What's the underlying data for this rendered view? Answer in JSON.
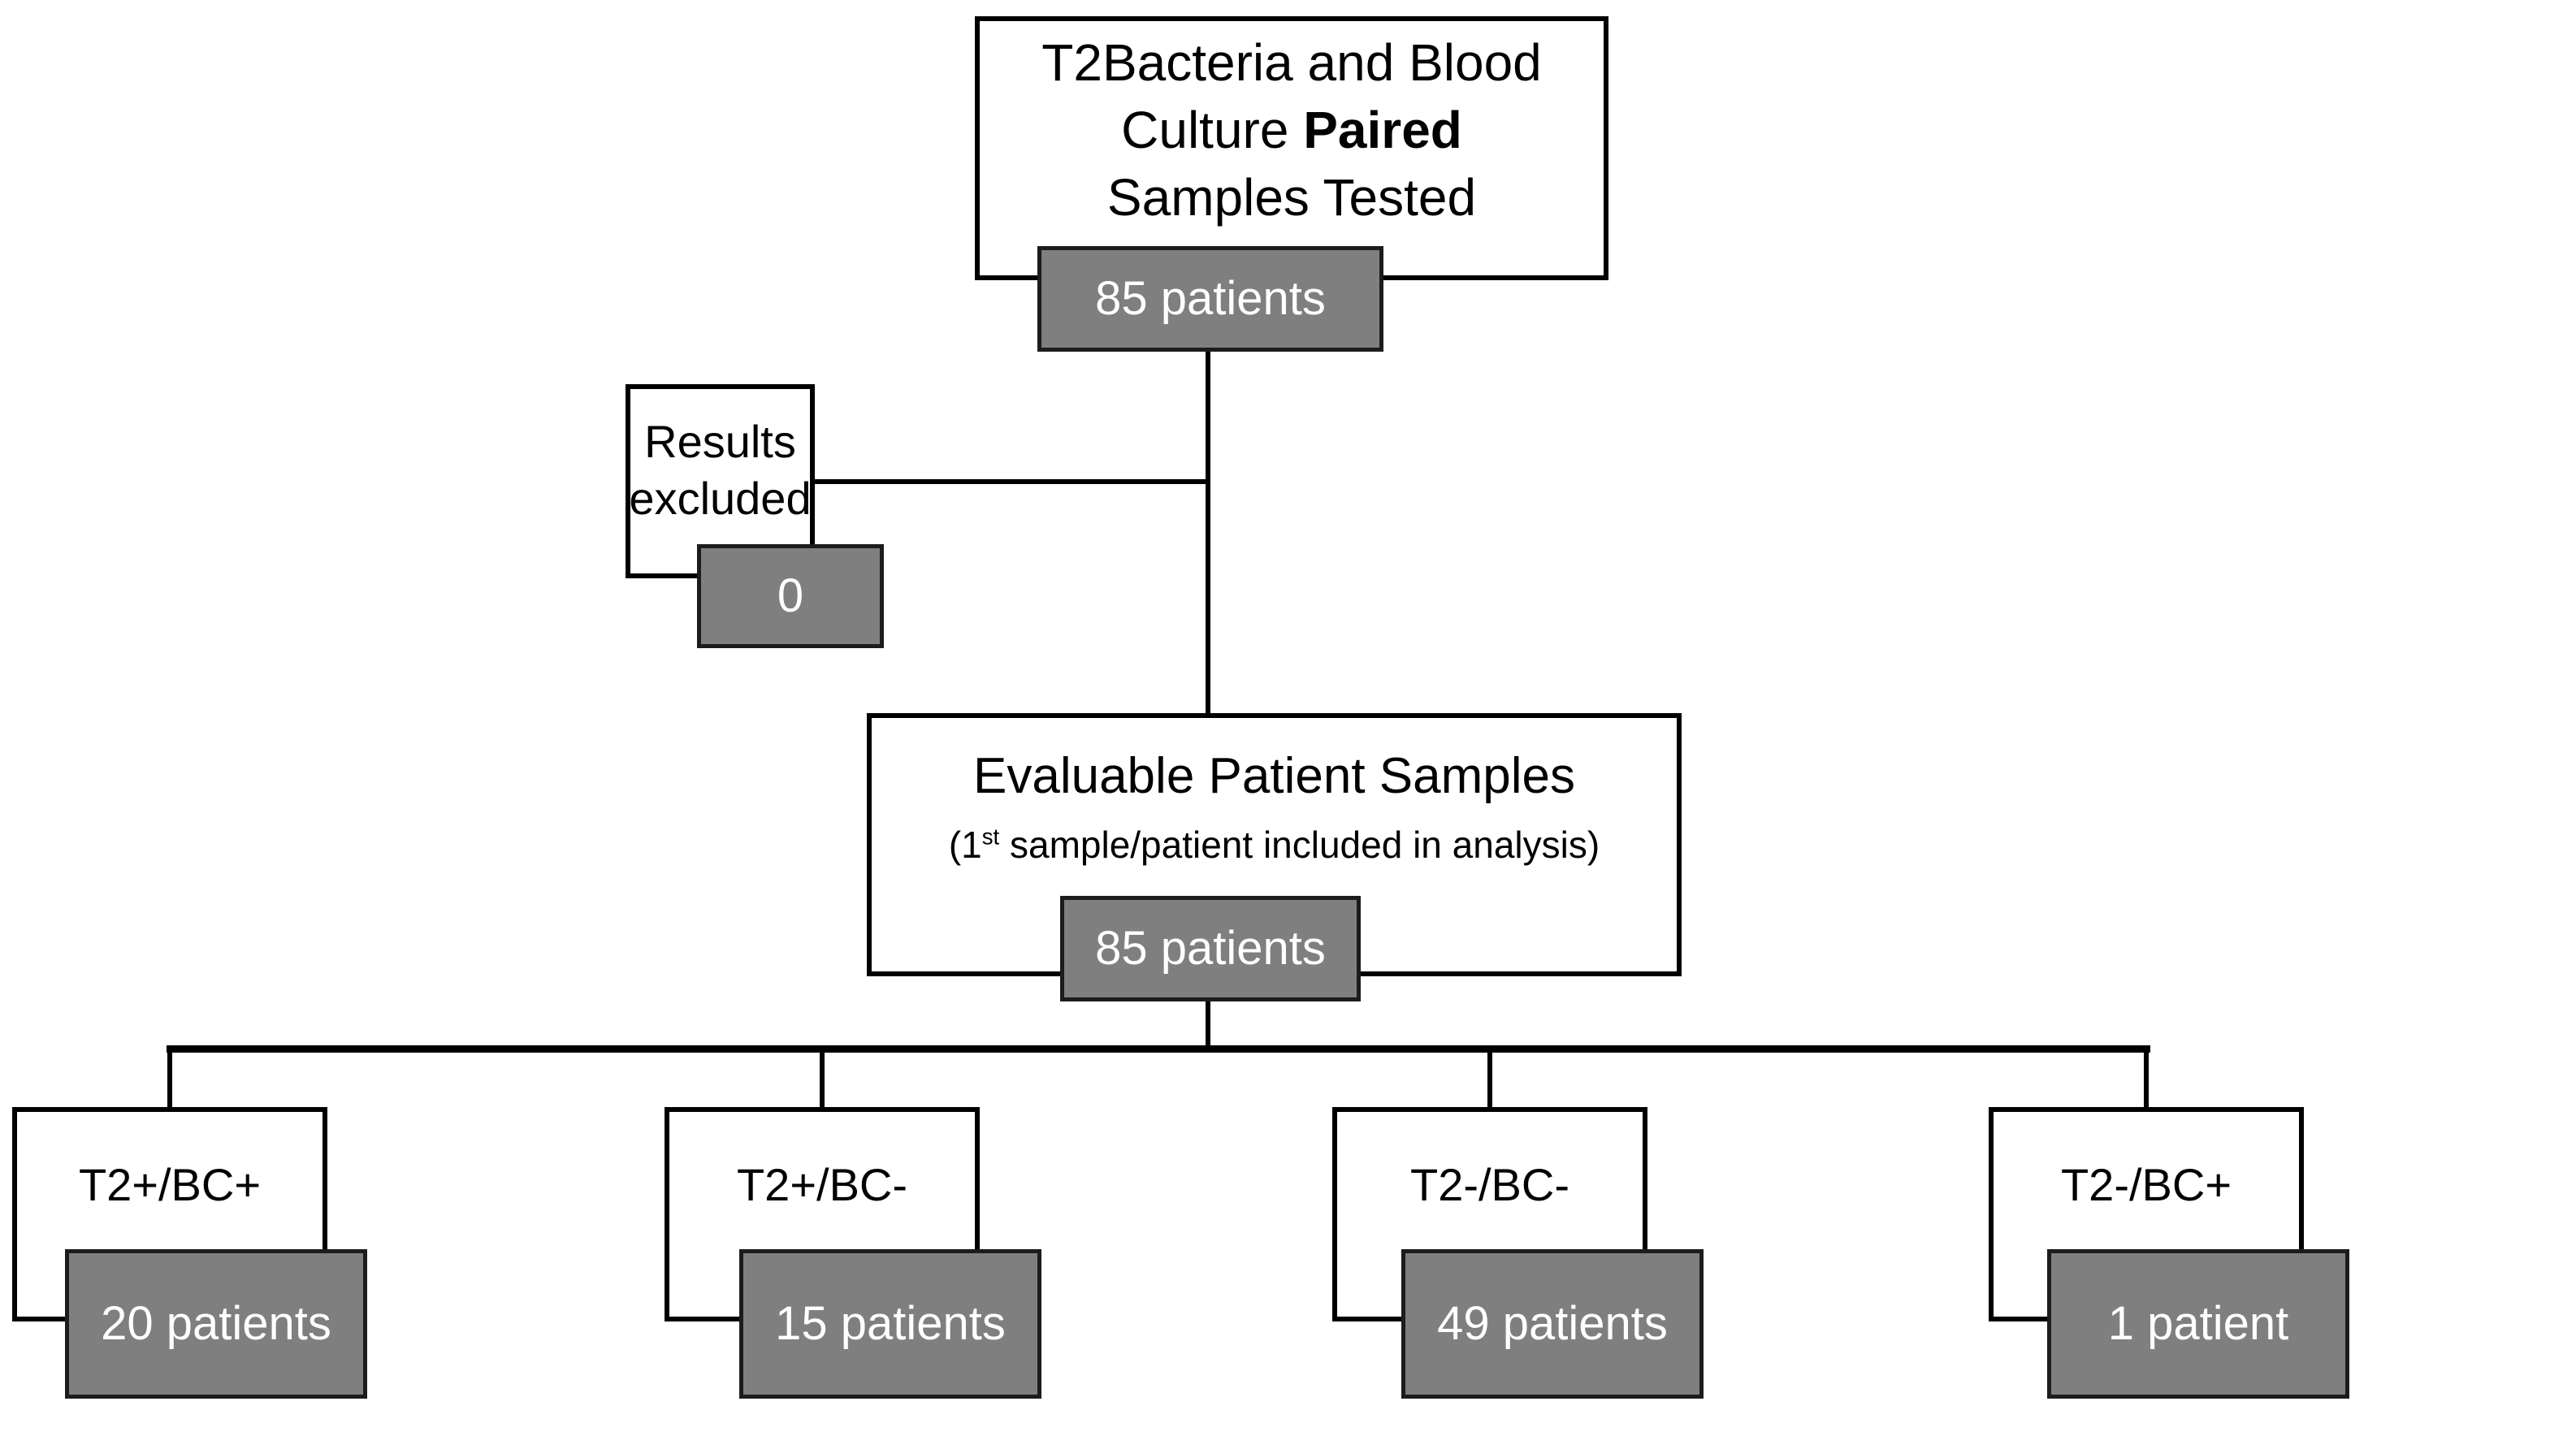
{
  "diagram": {
    "colors": {
      "badge_fill": "#7f7f7f",
      "line": "#000000",
      "badge_text": "#ffffff",
      "box_text": "#000000"
    },
    "top": {
      "title_line1": "T2Bacteria and Blood",
      "title_line2_prefix": "Culture ",
      "title_line2_bold": "Paired",
      "title_line3": "Samples Tested",
      "count": "85 patients"
    },
    "excluded": {
      "label_line1": "Results",
      "label_line2": "excluded",
      "count": "0"
    },
    "evaluable": {
      "title": "Evaluable Patient Samples",
      "subtitle_open": "(1",
      "subtitle_sup": "st",
      "subtitle_rest": " sample/patient included in analysis)",
      "count": "85 patients"
    },
    "outcomes": [
      {
        "label": "T2+/BC+",
        "count": "20 patients"
      },
      {
        "label": "T2+/BC-",
        "count": "15 patients"
      },
      {
        "label": "T2-/BC-",
        "count": "49 patients"
      },
      {
        "label": "T2-/BC+",
        "count": "1 patient"
      }
    ]
  }
}
